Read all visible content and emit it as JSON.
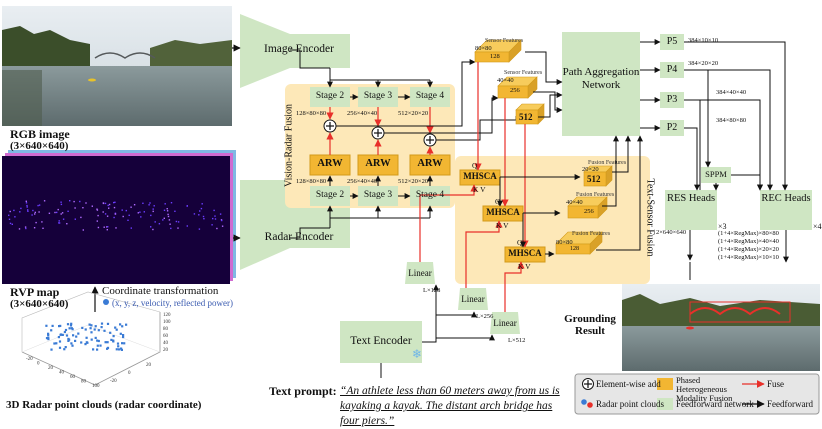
{
  "images": {
    "rgb_label": "RGB image",
    "rgb_dims": "(3×640×640)",
    "rvp_label": "RVP map",
    "rvp_dims": "(3×640×640)",
    "coord_label": "Coordinate transformation",
    "coord_sub": "(x, y, z, velocity, reflected power)",
    "pc_label": "3D Radar point clouds (radar coordinate)",
    "pc_z_ticks": [
      "120",
      "100",
      "80",
      "60",
      "40",
      "20"
    ],
    "pc_x_ticks": [
      "-20",
      "0",
      "20",
      "40",
      "60",
      "80",
      "100"
    ],
    "pc_y_ticks": [
      "-20",
      "0",
      "20"
    ]
  },
  "encoders": {
    "image": "Image Encoder",
    "radar": "Radar Encoder",
    "text": "Text Encoder"
  },
  "fusion": {
    "title": "Vision-Radar Fusion",
    "stages": [
      "Stage 2",
      "Stage 3",
      "Stage 4"
    ],
    "arw": "ARW",
    "top_dims": [
      "128×80×80",
      "256×40×40",
      "512×20×20"
    ],
    "bottom_dims": [
      "128×80×80",
      "256×40×40",
      "512×20×20"
    ]
  },
  "sensor_feats": {
    "labels": [
      "Sensor Features",
      "Sensor Features",
      "Sensor Features"
    ],
    "dims": [
      "80×80",
      "40×40",
      "20×20"
    ],
    "values": [
      "128",
      "256",
      "512"
    ]
  },
  "text_fusion": {
    "title": "Text-Sensor Fusion",
    "mhsca": "MHSCA",
    "q": "Q",
    "kv": "K  V",
    "fusion_labels": [
      "Fusion Features",
      "Fusion Features",
      "Fusion Features"
    ],
    "fusion_dims": [
      "20×20",
      "40×40",
      "80×80"
    ],
    "fusion_values": [
      "512",
      "256",
      "128"
    ]
  },
  "linear": {
    "label": "Linear",
    "dims": [
      "L×128",
      "L×256",
      "L×512"
    ]
  },
  "pan": {
    "title": "Path Aggregation Network",
    "levels": [
      "P5",
      "P4",
      "P3",
      "P2"
    ],
    "dims": [
      "384×10×10",
      "384×20×20",
      "384×40×40",
      "384×80×80"
    ]
  },
  "heads": {
    "sppm": "SPPM",
    "res": "RES Heads",
    "rec": "REC Heads",
    "res_mult": "×3",
    "rec_mult": "×4",
    "res_out": "2×640×640",
    "rec_outs": [
      "(1+4×RegMax)×80×80",
      "(1+4×RegMax)×40×40",
      "(1+4×RegMax)×20×20",
      "(1+4×RegMax)×10×10"
    ]
  },
  "grounding": {
    "label": "Grounding Result"
  },
  "prompt": {
    "label": "Text prompt:",
    "text": "“An athlete less than 60 meters away from us is kayaking a kayak. The distant arch bridge has four piers.”"
  },
  "legend": {
    "add": "Element-wise add",
    "phased": "Phased Heterogeneous Modality Fusion",
    "fuse": "Fuse",
    "radar_pts": "Radar point clouds",
    "ffn": "Feedforward network",
    "feedforward": "Feedforward"
  },
  "colors": {
    "green": "#cfe6c3",
    "orange": "#fde8b8",
    "gold": "#f2b632",
    "red": "#e8302a",
    "radar_blue": "#3a7bd5",
    "rvp_bg": "#15003a"
  }
}
